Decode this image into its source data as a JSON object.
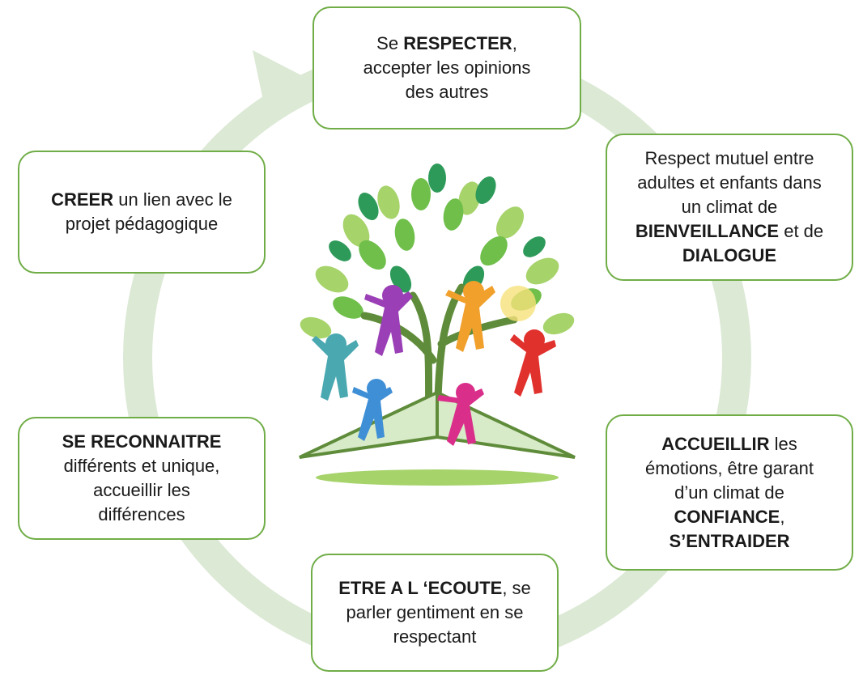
{
  "colors": {
    "ring": "#dce9d5",
    "box_border": "#70ad47",
    "leaf_light": "#a6d36a",
    "leaf_mid": "#6fbf4a",
    "leaf_dark": "#2e9a5a",
    "trunk": "#5f8c3a"
  },
  "boxes": {
    "top": {
      "pre": "Se ",
      "bold": "RESPECTER",
      "post": ",",
      "line2": "accepter les opinions",
      "line3": "des autres"
    },
    "right_top": {
      "line1": "Respect mutuel entre",
      "line2": "adultes et enfants dans",
      "line3": "un climat de",
      "bold1": "BIENVEILLANCE",
      "mid": " et de",
      "bold2": "DIALOGUE"
    },
    "right_bottom": {
      "bold1": "ACCUEILLIR",
      "post1": " les",
      "line2": "émotions, être garant",
      "line3": "d’un climat de",
      "bold2": "CONFIANCE",
      "post2": ",",
      "bold3": "S’ENTRAIDER"
    },
    "bottom": {
      "bold": "ETRE A L ‘ECOUTE",
      "post": ", se",
      "line2": "parler gentiment en se",
      "line3": "respectant"
    },
    "left_bottom": {
      "bold": "SE RECONNAITRE",
      "line2": "différents et unique,",
      "line3": "accueillir les",
      "line4": "différences"
    },
    "left_top": {
      "bold": "CREER",
      "post": " un lien avec le",
      "line2": "projet pédagogique"
    }
  }
}
